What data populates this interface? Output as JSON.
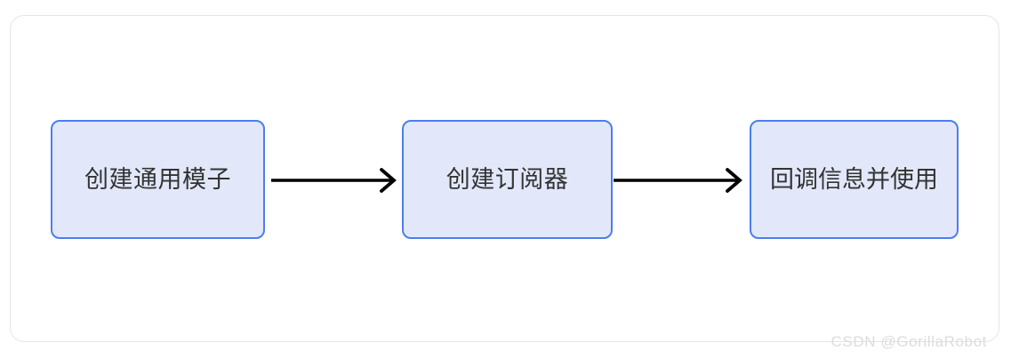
{
  "diagram": {
    "title": "",
    "type": "flowchart",
    "direction": "left-to-right",
    "colors": {
      "node_fill": "#e2e8fa",
      "node_border": "#4c7df0",
      "node_text": "#333333",
      "arrow": "#000000",
      "card_border": "#e5e5e5",
      "card_background": "#ffffff",
      "watermark": "#dcdcdc"
    },
    "nodes": [
      {
        "id": "node-1",
        "label": "创建通用模子"
      },
      {
        "id": "node-2",
        "label": "创建订阅器"
      },
      {
        "id": "node-3",
        "label": "回调信息并使用"
      }
    ],
    "connectors": [
      {
        "id": "arrow-1",
        "from": "node-1",
        "to": "node-2",
        "label": "",
        "style": "solid-open-arrow"
      },
      {
        "id": "arrow-2",
        "from": "node-2",
        "to": "node-3",
        "label": "",
        "style": "solid-open-arrow"
      }
    ]
  },
  "watermark": {
    "text": "CSDN @GorillaRobot"
  }
}
